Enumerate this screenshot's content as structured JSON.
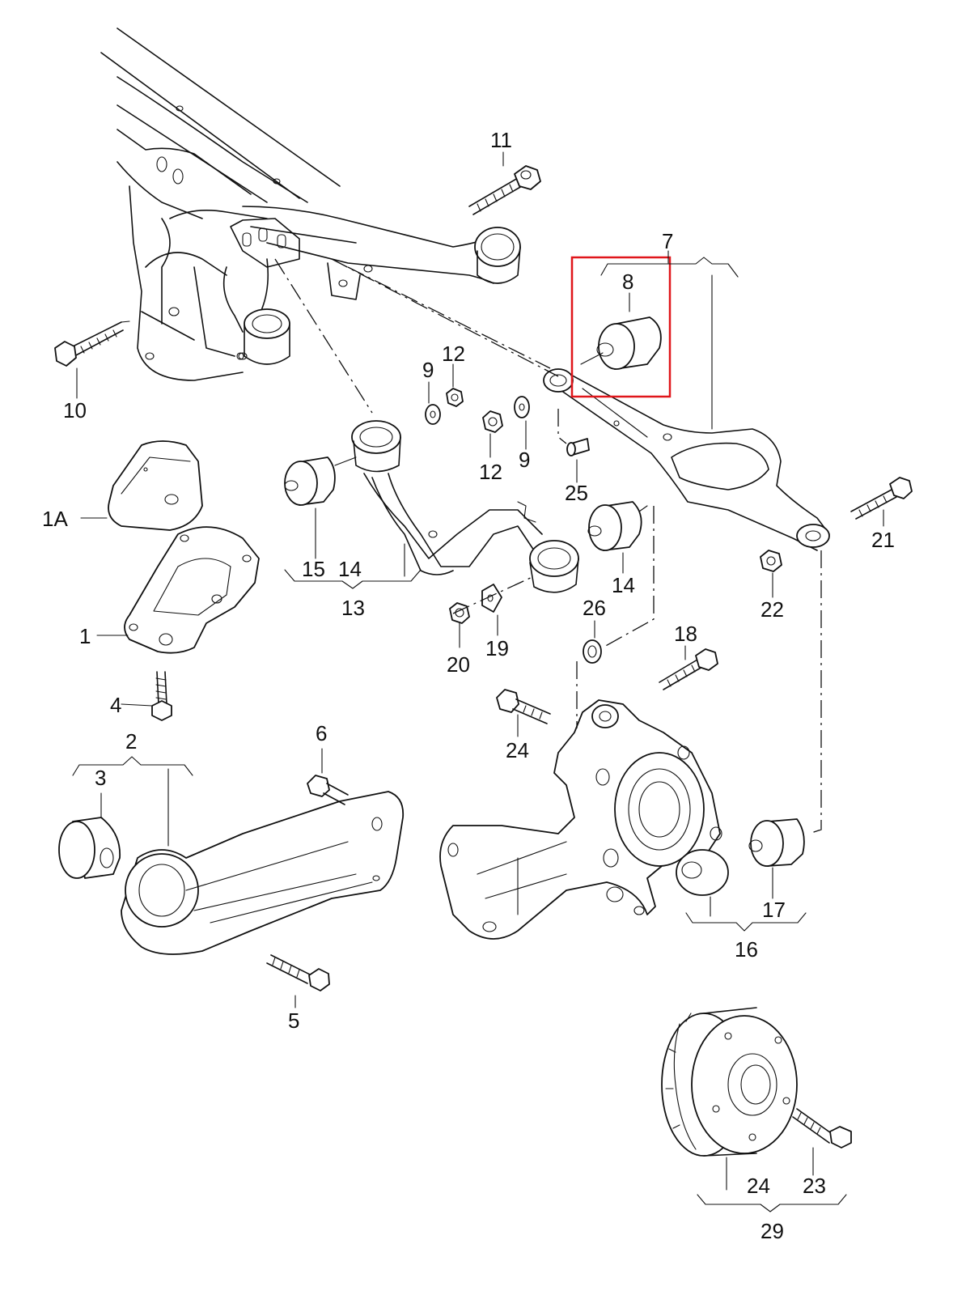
{
  "diagram": {
    "labels": {
      "l1": "1",
      "l1a": "1A",
      "l2": "2",
      "l3": "3",
      "l4": "4",
      "l5": "5",
      "l6": "6",
      "l7": "7",
      "l8": "8",
      "l9a": "9",
      "l9b": "9",
      "l10": "10",
      "l11": "11",
      "l12a": "12",
      "l12b": "12",
      "l13": "13",
      "l14a": "14",
      "l14b": "14",
      "l15": "15",
      "l16": "16",
      "l17": "17",
      "l18": "18",
      "l19": "19",
      "l20": "20",
      "l21": "21",
      "l22": "22",
      "l23": "23",
      "l24a": "24",
      "l24b": "24",
      "l25": "25",
      "l26": "26",
      "l29": "29"
    },
    "highlight_color": "#e0161b",
    "line_color": "#111111"
  }
}
